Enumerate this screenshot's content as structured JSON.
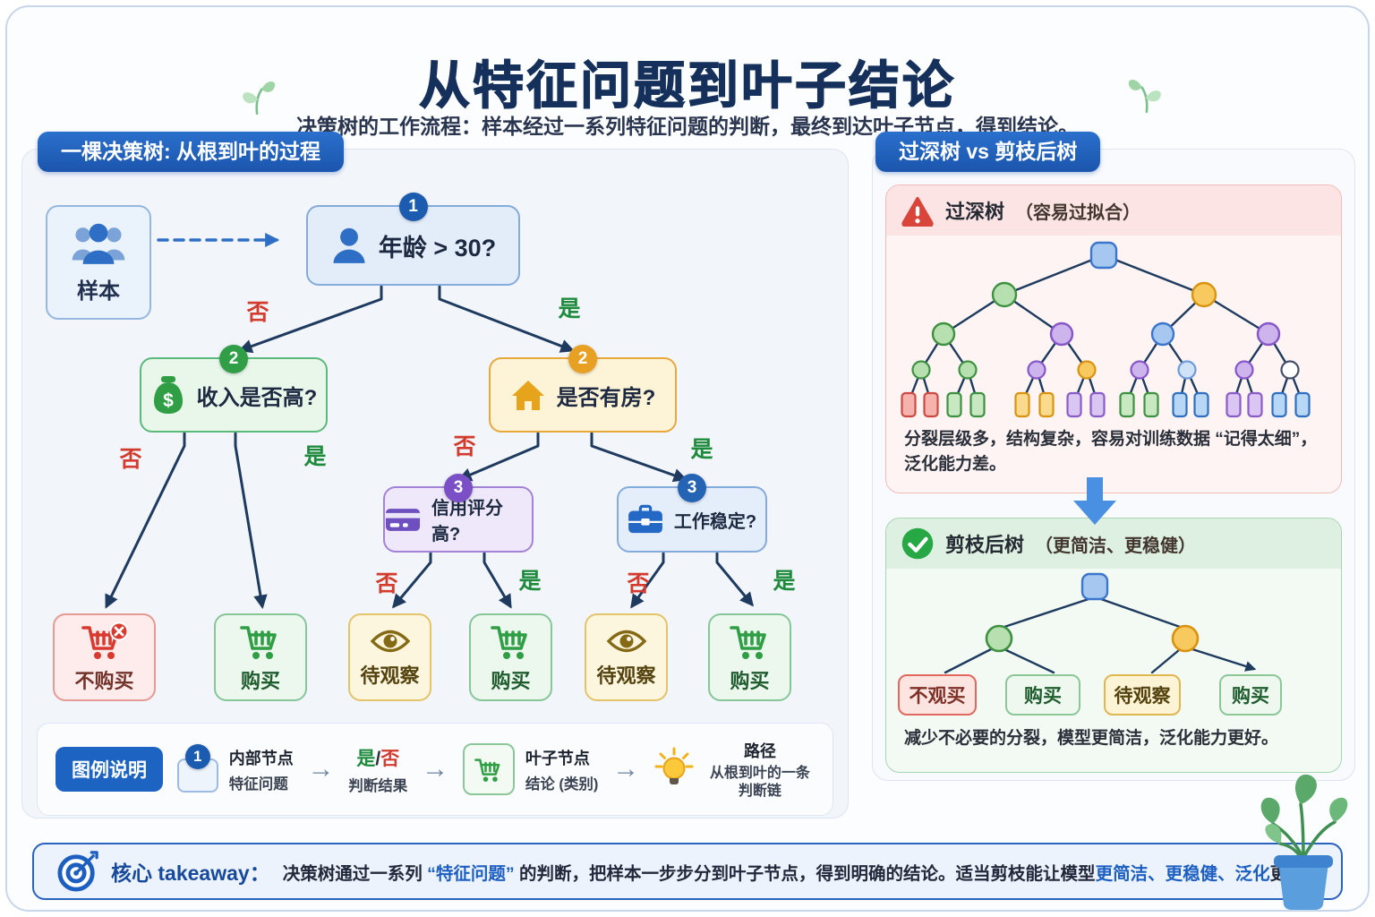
{
  "palette": {
    "edge": "#1e3a5f",
    "accent_blue": "#1d5fc0",
    "no_red": "#d23b2e",
    "yes_green": "#1d8a3c",
    "node-royal-fill": "#a6c8f0",
    "node-royal-stroke": "#3b76cc",
    "node-green-fill": "#b7e0b1",
    "node-green-stroke": "#3f9142",
    "node-orange-fill": "#f7c95e",
    "node-orange-stroke": "#d9930f",
    "node-purple-fill": "#cdb4ec",
    "node-purple-stroke": "#8756c8",
    "node-lblue-fill": "#cfe2f8",
    "node-lblue-stroke": "#6f9cd8",
    "node-white-fill": "#ffffff",
    "node-white-stroke": "#44506a",
    "leaf-red-fill": "#f6b3ae",
    "leaf-red-stroke": "#cc4a42",
    "leaf-green-fill": "#c8e8c2",
    "leaf-green-stroke": "#3f9142",
    "leaf-orange-fill": "#fadb8e",
    "leaf-orange-stroke": "#d9930f",
    "leaf-purple-fill": "#d9c6f2",
    "leaf-purple-stroke": "#8a5cc8",
    "leaf-blue-fill": "#b8d6f6",
    "leaf-blue-stroke": "#2e6fc0"
  },
  "header": {
    "title": "从特征问题到叶子结论",
    "subtitle": "决策树的工作流程：样本经过一系列特征问题的判断，最终到达叶子节点，得到结论。"
  },
  "left_panel": {
    "header": "一棵决策树: 从根到叶的过程",
    "sample_label": "样本",
    "nodes": {
      "age": {
        "badge": "1",
        "question": "年龄 > 30?"
      },
      "income": {
        "badge": "2",
        "question": "收入是否高?"
      },
      "house": {
        "badge": "2",
        "question": "是否有房?"
      },
      "credit": {
        "badge": "3",
        "question": "信用评分高?"
      },
      "job": {
        "badge": "3",
        "question": "工作稳定?"
      }
    },
    "branch_labels": {
      "yes": "是",
      "no": "否"
    },
    "leaves": [
      {
        "label": "不购买"
      },
      {
        "label": "购买"
      },
      {
        "label": "待观察"
      },
      {
        "label": "购买"
      },
      {
        "label": "待观察"
      },
      {
        "label": "购买"
      }
    ],
    "legend": {
      "button": "图例说明",
      "arrow_glyph": "→",
      "internal_node": {
        "badge": "1",
        "title": "内部节点",
        "desc": "特征问题"
      },
      "decision": {
        "yes": "是",
        "slash": "/",
        "no": "否",
        "desc": "判断结果"
      },
      "leaf_node": {
        "title": "叶子节点",
        "desc": "结论 (类别)"
      },
      "path": {
        "title": "路径",
        "desc": "从根到叶的一条判断链"
      }
    }
  },
  "right_panel": {
    "header": "过深树 vs 剪枝后树",
    "overfit": {
      "title": "过深树",
      "subtitle": "（容易过拟合）",
      "desc": "分裂层级多，结构复杂，容易对训练数据 “记得太细”，泛化能力差。",
      "tree": {
        "l2": [
          "green",
          "orange"
        ],
        "l3": [
          "green",
          "purple",
          "royal",
          "purple"
        ],
        "l4": [
          "green",
          "green",
          "purple",
          "orange",
          "purple",
          "lblue",
          "purple",
          "white"
        ],
        "leaves": [
          "red",
          "red",
          "green",
          "green",
          "orange",
          "orange",
          "purple",
          "purple",
          "green",
          "green",
          "blue",
          "blue",
          "purple",
          "purple",
          "blue",
          "blue"
        ]
      }
    },
    "pruned": {
      "title": "剪枝后树",
      "subtitle": "（更简洁、更稳健）",
      "desc": "减少不必要的分裂，模型更简洁，泛化能力更好。",
      "tree": {
        "l2": [
          "green",
          "orange"
        ]
      },
      "leaves": [
        {
          "label": "不观买",
          "type": "red"
        },
        {
          "label": "购买",
          "type": "green"
        },
        {
          "label": "待观察",
          "type": "yellow"
        },
        {
          "label": "购买",
          "type": "green"
        }
      ]
    }
  },
  "takeaway": {
    "label": "核心 takeaway：",
    "segments": [
      {
        "text": "决策树通过一系列 ",
        "hl": false
      },
      {
        "text": "“特征问题”",
        "hl": true
      },
      {
        "text": " 的判断，把样本一步步分到叶子节点，得到明确的结论。适当剪枝能让模型",
        "hl": false
      },
      {
        "text": "更简洁、更稳健、泛化",
        "hl": true
      },
      {
        "text": "更好！",
        "hl": false
      }
    ]
  }
}
